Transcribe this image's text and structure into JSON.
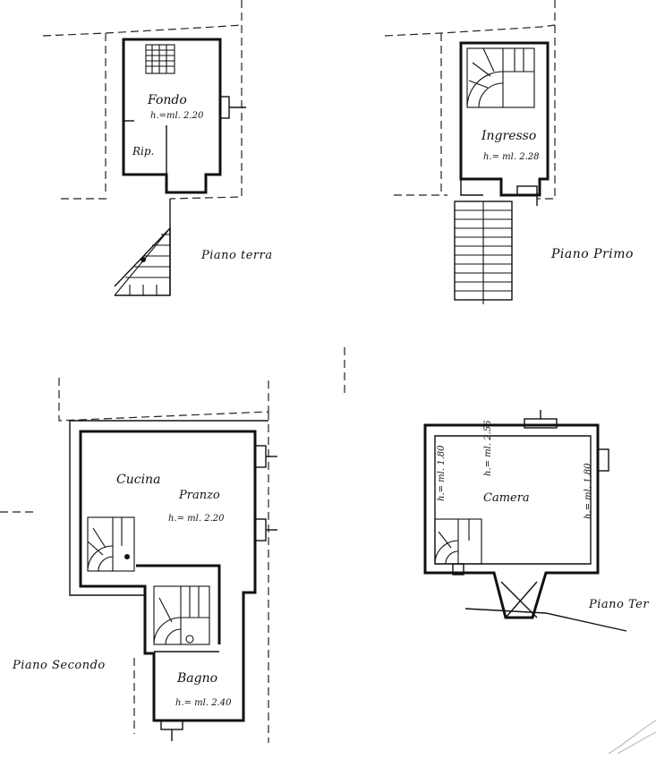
{
  "plans": {
    "terra": {
      "room": "Fondo",
      "height": "h.=ml. 2.20",
      "rip": "Rip.",
      "floor_label": "Piano terra"
    },
    "primo": {
      "room": "Ingresso",
      "height": "h.= ml. 2.28",
      "floor_label": "Piano Primo"
    },
    "secondo": {
      "room1": "Cucina",
      "room2": "Pranzo",
      "height1": "h.= ml. 2.20",
      "room3": "Bagno",
      "height3": "h.= ml. 2.40",
      "floor_label": "Piano Secondo"
    },
    "terzo": {
      "room": "Camera",
      "height_left": "h.= ml. 1.80",
      "height_mid": "h.= ml. 2.56",
      "height_right": "h.= ml. 1.80",
      "floor_label": "Piano Ter"
    }
  },
  "colors": {
    "ink": "#111111",
    "paper": "#ffffff"
  }
}
